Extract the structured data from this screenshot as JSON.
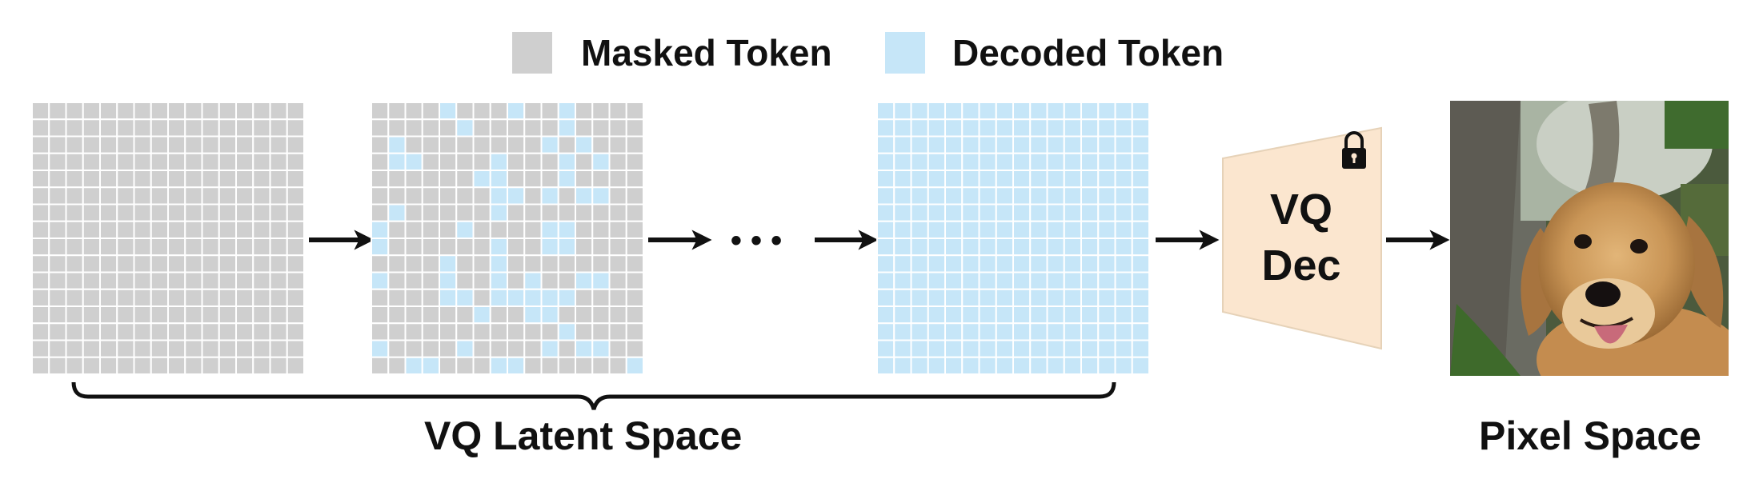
{
  "legend": {
    "masked_label": "Masked Token",
    "decoded_label": "Decoded Token"
  },
  "grids": {
    "rows": 16,
    "cols": 16,
    "partial_decoded_cells": [
      [
        0,
        4
      ],
      [
        0,
        8
      ],
      [
        0,
        11
      ],
      [
        1,
        5
      ],
      [
        1,
        11
      ],
      [
        2,
        1
      ],
      [
        2,
        10
      ],
      [
        2,
        12
      ],
      [
        3,
        1
      ],
      [
        3,
        2
      ],
      [
        3,
        7
      ],
      [
        3,
        11
      ],
      [
        3,
        13
      ],
      [
        4,
        6
      ],
      [
        4,
        7
      ],
      [
        4,
        11
      ],
      [
        5,
        7
      ],
      [
        5,
        8
      ],
      [
        5,
        10
      ],
      [
        5,
        12
      ],
      [
        5,
        13
      ],
      [
        6,
        1
      ],
      [
        6,
        7
      ],
      [
        7,
        0
      ],
      [
        7,
        5
      ],
      [
        7,
        10
      ],
      [
        7,
        11
      ],
      [
        8,
        0
      ],
      [
        8,
        7
      ],
      [
        8,
        10
      ],
      [
        8,
        11
      ],
      [
        9,
        4
      ],
      [
        9,
        7
      ],
      [
        10,
        0
      ],
      [
        10,
        4
      ],
      [
        10,
        7
      ],
      [
        10,
        9
      ],
      [
        10,
        12
      ],
      [
        10,
        13
      ],
      [
        11,
        4
      ],
      [
        11,
        5
      ],
      [
        11,
        7
      ],
      [
        11,
        8
      ],
      [
        11,
        9
      ],
      [
        11,
        10
      ],
      [
        11,
        11
      ],
      [
        12,
        6
      ],
      [
        12,
        9
      ],
      [
        12,
        10
      ],
      [
        13,
        11
      ],
      [
        14,
        0
      ],
      [
        14,
        5
      ],
      [
        14,
        10
      ],
      [
        14,
        12
      ],
      [
        14,
        13
      ],
      [
        15,
        2
      ],
      [
        15,
        3
      ],
      [
        15,
        7
      ],
      [
        15,
        8
      ],
      [
        15,
        15
      ]
    ]
  },
  "ellipsis": "• • •",
  "decoder": {
    "line1": "VQ",
    "line2": "Dec",
    "lock_icon": "lock-icon"
  },
  "captions": {
    "latent_space": "VQ Latent Space",
    "pixel_space": "Pixel Space"
  },
  "colors": {
    "masked": "#cfcfcf",
    "decoded": "#c6e6f8",
    "decoder_fill": "#fbe6cf",
    "arrow": "#111111"
  }
}
